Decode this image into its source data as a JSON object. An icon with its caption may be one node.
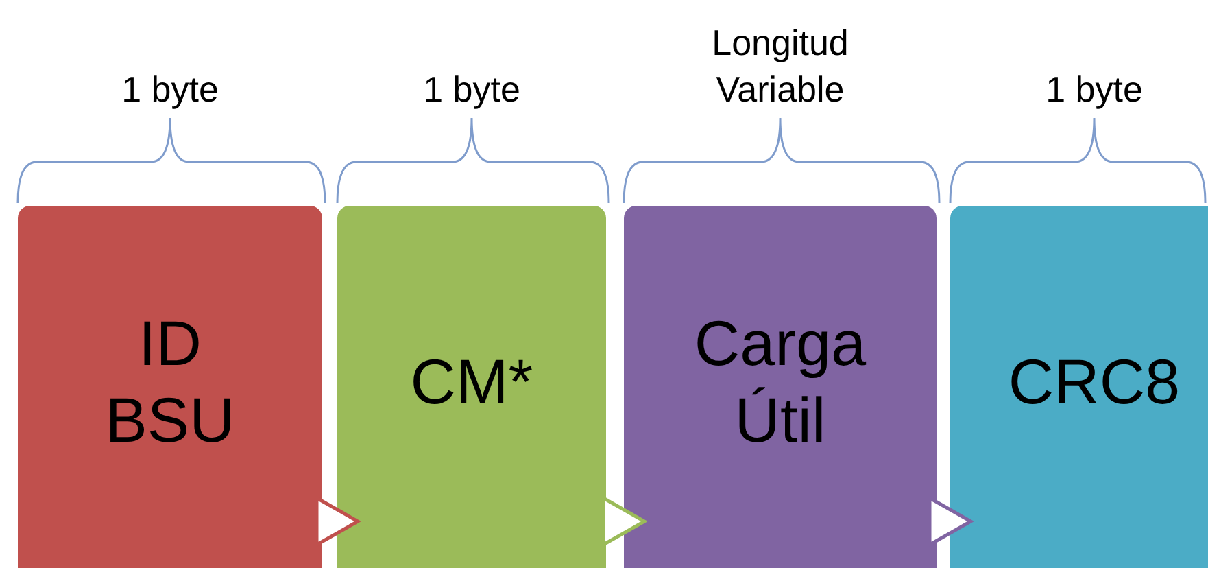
{
  "diagram": {
    "nodes": [
      {
        "text": [
          "ID BSU"
        ],
        "beside": [
          "1 byte"
        ]
      },
      {
        "text": [
          "CM*"
        ],
        "beside": [
          "1 byte"
        ]
      },
      {
        "text": [
          "Carga Útil"
        ],
        "beside": [
          "Longitud Variable"
        ]
      },
      {
        "text": [
          "CRC8"
        ],
        "beside": [
          "1 byte"
        ]
      }
    ],
    "edges": [
      {
        "from": 0,
        "to": 1,
        "arrow": "to",
        "color": "#c0504d"
      },
      {
        "from": 1,
        "to": 2,
        "arrow": "to",
        "color": "#9bbb59"
      },
      {
        "from": 2,
        "to": 3,
        "arrow": "to",
        "color": "#8064a2"
      }
    ]
  }
}
